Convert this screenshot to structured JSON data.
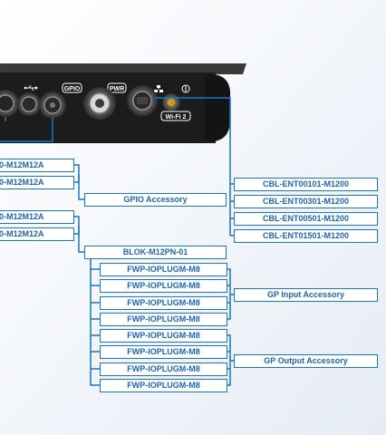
{
  "device": {
    "port_labels": [
      "GPIO",
      "PWR",
      "Wi-Fi 2"
    ],
    "icon_names": [
      "usb-icon",
      "ethernet-icon",
      "antenna-icon"
    ]
  },
  "left_labels": [
    "0-M12M12A",
    "0-M12M12A",
    "0-M12M12A",
    "0-M12M12A"
  ],
  "cables": [
    "CBL-ENT00101-M1200",
    "CBL-ENT00301-M1200",
    "CBL-ENT00501-M1200",
    "CBL-ENT01501-M1200"
  ],
  "gpio_accessory": "GPIO Accessory",
  "blok": "BLOK-M12PN-01",
  "plugs": [
    "FWP-IOPLUGM-M8",
    "FWP-IOPLUGM-M8",
    "FWP-IOPLUGM-M8",
    "FWP-IOPLUGM-M8",
    "FWP-IOPLUGM-M8",
    "FWP-IOPLUGM-M8",
    "FWP-IOPLUGM-M8",
    "FWP-IOPLUGM-M8"
  ],
  "gp_input": "GP Input Accessory",
  "gp_output": "GP Output Accessory",
  "colors": {
    "line": "#1b75c9",
    "text": "#1b66b8",
    "device": "#1c1c1c"
  }
}
